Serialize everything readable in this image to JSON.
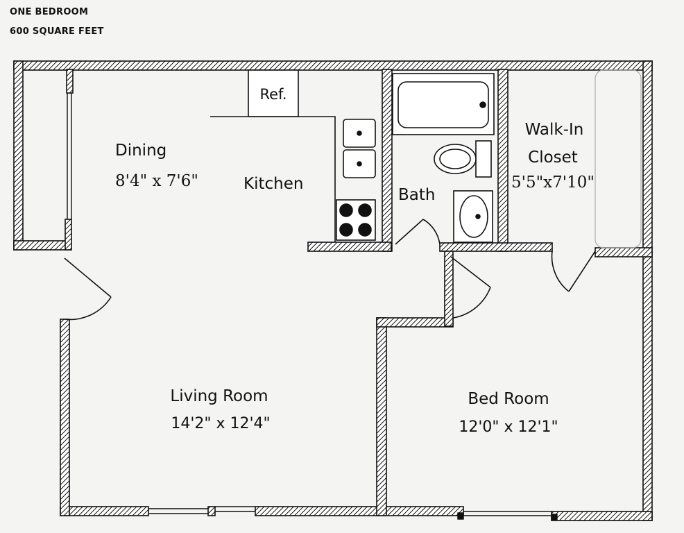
{
  "header": {
    "line1": "ONE BEDROOM",
    "line2": "600 SQUARE FEET"
  },
  "rooms": {
    "dining": {
      "name": "Dining",
      "size": "8'4\" x 7'6\""
    },
    "kitchen": {
      "name": "Kitchen"
    },
    "refrigerator": {
      "name": "Ref."
    },
    "bath": {
      "name": "Bath"
    },
    "closet": {
      "name_line1": "Walk-In",
      "name_line2": "Closet",
      "size": "5'5\"x7'10\""
    },
    "living": {
      "name": "Living Room",
      "size": "14'2\" x 12'4\""
    },
    "bedroom": {
      "name": "Bed Room",
      "size": "12'0\" x 12'1\""
    }
  }
}
